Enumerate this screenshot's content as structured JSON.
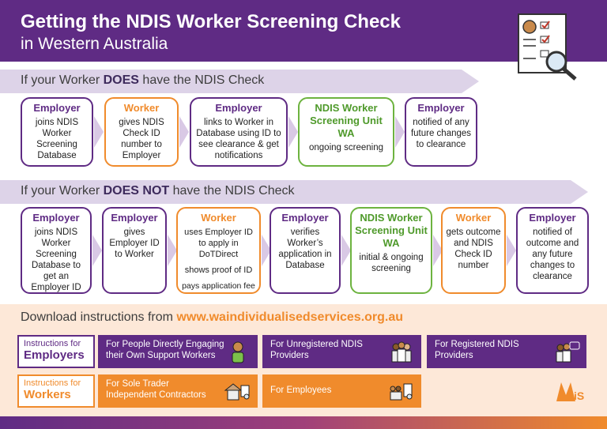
{
  "header": {
    "title_line1": "Getting the NDIS Worker Screening Check",
    "title_line2": "in Western Australia"
  },
  "section1": {
    "prefix": "If your Worker ",
    "emph": "DOES",
    "suffix": " have the NDIS Check",
    "steps": [
      {
        "role": "Employer",
        "text": "joins NDIS Worker Screening Database"
      },
      {
        "role": "Worker",
        "text": "gives NDIS Check ID number to Employer"
      },
      {
        "role": "Employer",
        "text": "links to Worker in Database using ID to see clearance & get notifications"
      },
      {
        "role": "NDIS Worker Screening Unit WA",
        "text": "ongoing screening"
      },
      {
        "role": "Employer",
        "text": "notified of any future changes to clearance"
      }
    ]
  },
  "section2": {
    "prefix": "If your Worker ",
    "emph": "DOES NOT",
    "suffix": " have the NDIS Check",
    "steps": [
      {
        "role": "Employer",
        "text": "joins NDIS Worker Screening Database to get an Employer ID"
      },
      {
        "role": "Employer",
        "text": "gives Employer ID to Worker"
      },
      {
        "role": "Worker",
        "text": "uses Employer ID to apply in DoTDirect",
        "text2": "shows proof of ID",
        "text3": "pays application fee"
      },
      {
        "role": "Employer",
        "text": "verifies Worker’s application in Database"
      },
      {
        "role": "NDIS Worker Screening Unit WA",
        "text": "initial & ongoing screening"
      },
      {
        "role": "Worker",
        "text": "gets outcome and NDIS Check ID number"
      },
      {
        "role": "Employer",
        "text": "notified of outcome and any future changes to clearance"
      }
    ]
  },
  "download": {
    "prefix": "Download instructions from ",
    "url": "www.waindividualisedservices.org.au",
    "employers_label_small": "Instructions for",
    "employers_label_big": "Employers",
    "workers_label_small": "Instructions for",
    "workers_label_big": "Workers",
    "employer_tiles": [
      "For People Directly Engaging their Own Support Workers",
      "For Unregistered NDIS Providers",
      "For Registered NDIS Providers"
    ],
    "worker_tiles": [
      "For Sole Trader Independent Contractors",
      "For Employees"
    ]
  },
  "colors": {
    "purple": "#5f2b84",
    "orange": "#f08b2c",
    "green": "#6db33f"
  }
}
